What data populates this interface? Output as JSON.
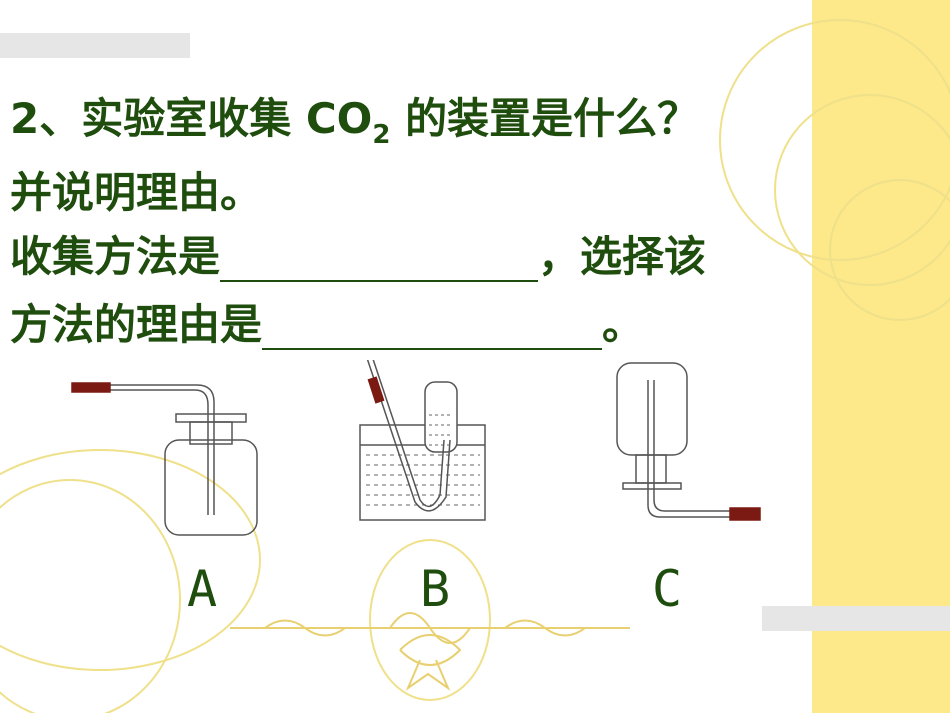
{
  "question": {
    "line1_prefix": "2、实验室收集 CO",
    "line1_sub": "2",
    "line1_suffix": " 的装置是什么？",
    "line2": "并说明理由。",
    "line3_prefix": "收集方法是",
    "line3_suffix": "，选择该",
    "line4_prefix": "方法的理由是",
    "line4_suffix": "。"
  },
  "labels": {
    "a": "A",
    "b": "B",
    "c": "C"
  },
  "colors": {
    "text": "#1f4d0e",
    "band": "#fde88a",
    "tube_stopper": "#7a1a12"
  }
}
